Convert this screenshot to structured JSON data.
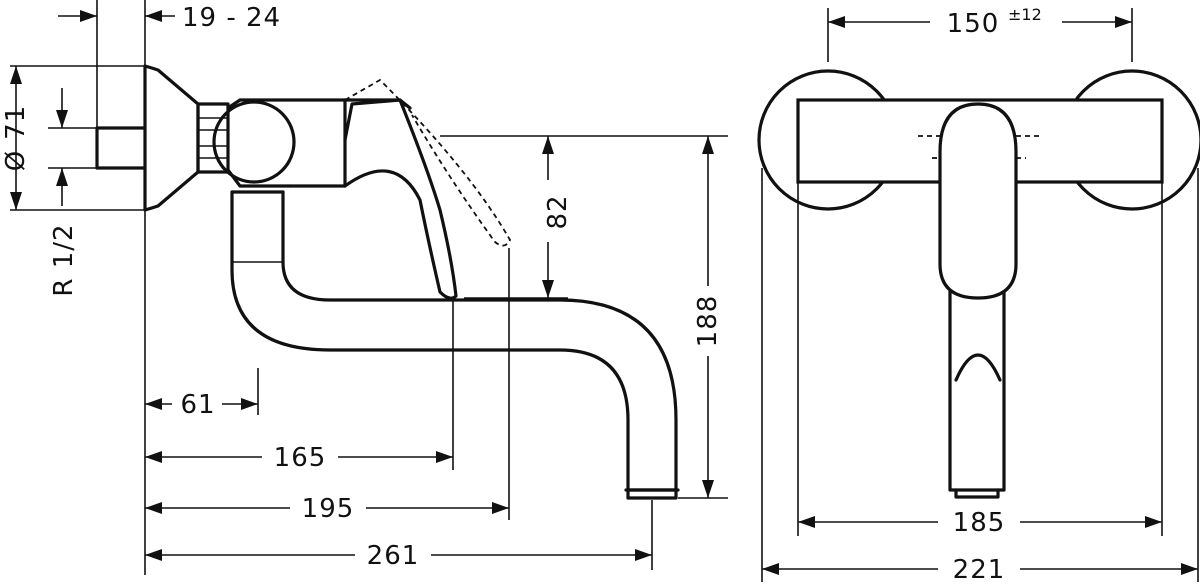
{
  "dimensions": {
    "wall_gap": "19 - 24",
    "diameter_symbol": "Ø",
    "diameter": "71",
    "thread": "R 1/2",
    "lever_height": "82",
    "total_height": "188",
    "d61": "61",
    "d165": "165",
    "d195": "195",
    "d261": "261",
    "center_distance": "150",
    "center_tolerance": "±12",
    "body_width": "185",
    "overall_width": "221"
  }
}
